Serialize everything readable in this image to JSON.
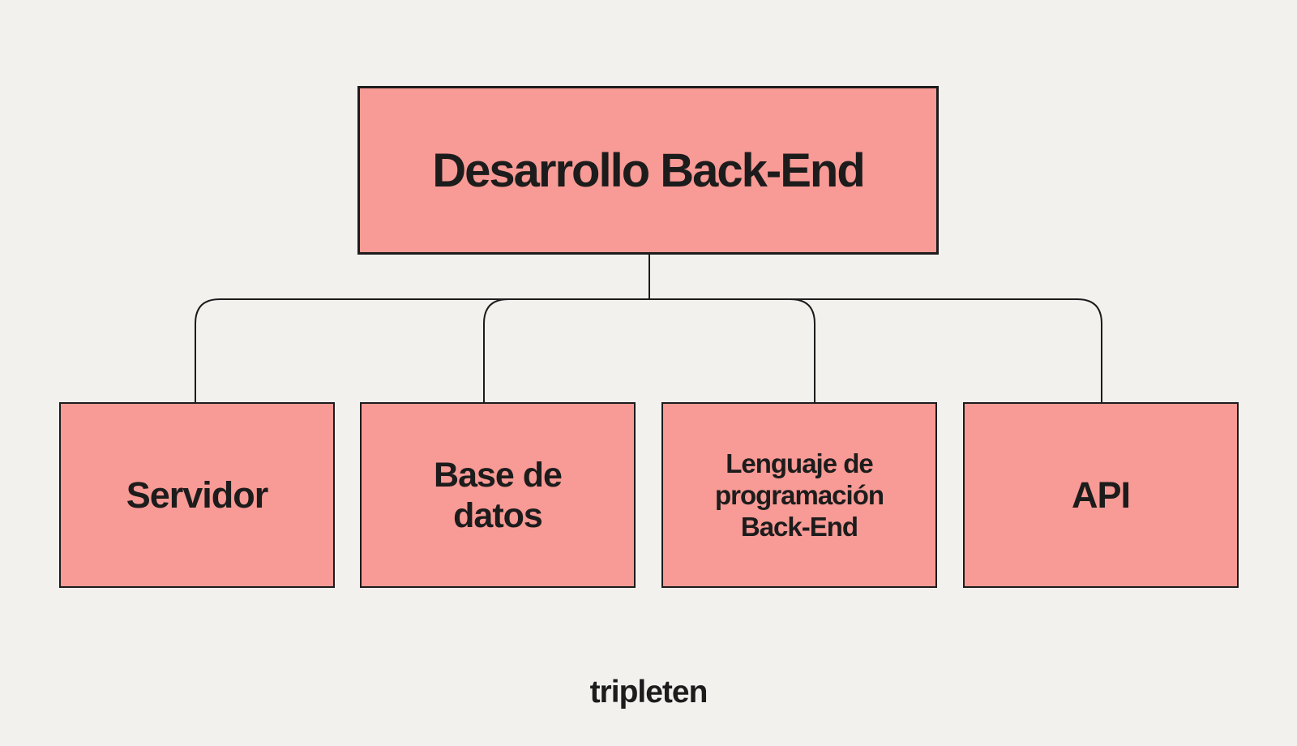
{
  "diagram": {
    "root": {
      "label": "Desarrollo Back-End"
    },
    "children": [
      {
        "label": "Servidor"
      },
      {
        "label": "Base de\ndatos"
      },
      {
        "label": "Lenguaje de\nprogramación\nBack-End"
      },
      {
        "label": "API"
      }
    ],
    "connections": [
      {
        "from": "Desarrollo Back-End",
        "to": "Servidor"
      },
      {
        "from": "Desarrollo Back-End",
        "to": "Base de\ndatos"
      },
      {
        "from": "Desarrollo Back-End",
        "to": "Lenguaje de\nprogramación\nBack-End"
      },
      {
        "from": "Desarrollo Back-End",
        "to": "API"
      }
    ]
  },
  "brand": {
    "logo_text": "tripleten"
  },
  "colors": {
    "background": "#f2f1ee",
    "node_fill": "#f89a95",
    "stroke": "#1c1c1c",
    "text": "#1c1c1c"
  }
}
